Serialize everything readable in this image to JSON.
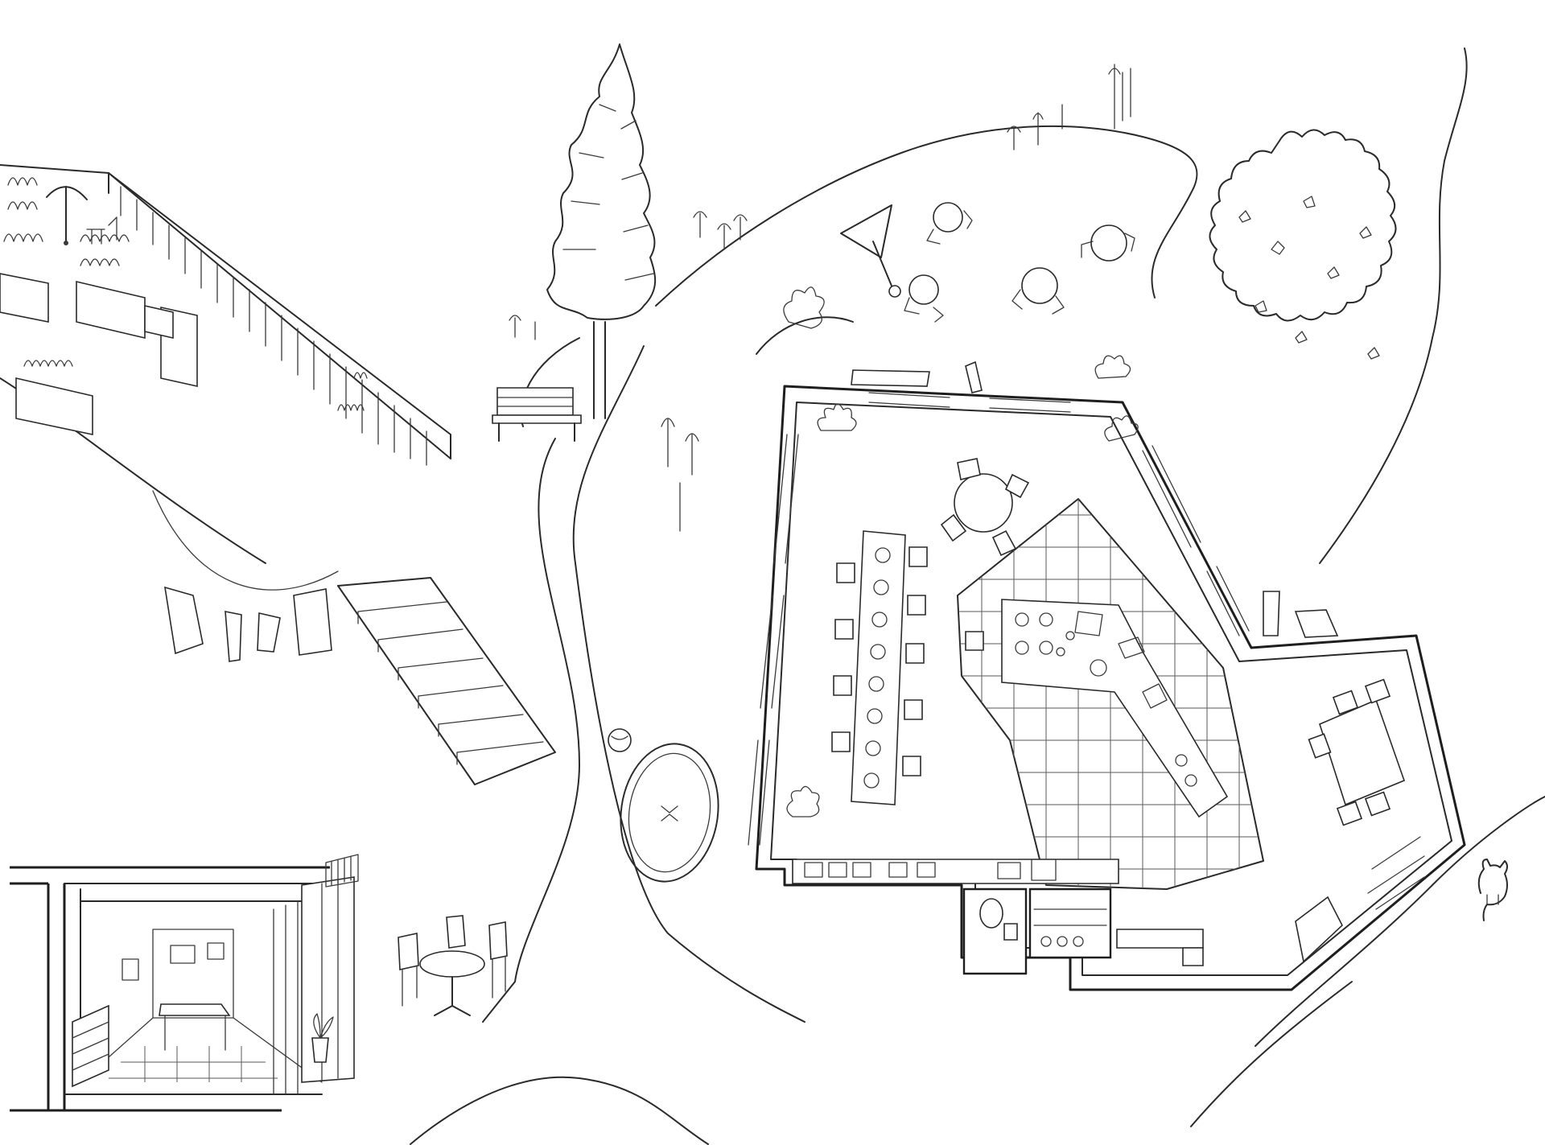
{
  "image": {
    "width": 1920,
    "height": 1423,
    "style": "monochrome pencil line drawing",
    "colors": {
      "ink": "#2a2a2a",
      "paper": "#ffffff"
    }
  },
  "scene": {
    "areas": [
      "terraced-garden",
      "exterior-stair",
      "clothesline",
      "garden-path",
      "fir-tree",
      "park-bench",
      "lawn-cafe-tables",
      "parasol",
      "round-shrub",
      "trampoline",
      "pentagonal-community-kitchen",
      "long-dining-table",
      "tiled-kitchen-floor",
      "kitchen-island",
      "toilet-and-counters",
      "ground-floor-apartment",
      "patio-bistro-set",
      "cat"
    ],
    "icons": [
      "tree-icon",
      "bench-icon",
      "parasol-icon",
      "cat-icon",
      "toilet-icon",
      "flower-icon"
    ]
  }
}
